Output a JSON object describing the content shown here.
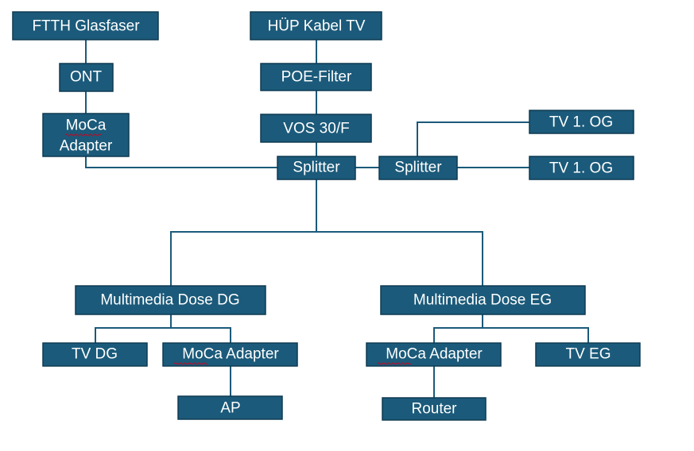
{
  "diagram": {
    "nodes": {
      "ftth": "FTTH Glasfaser",
      "huep": "HÜP Kabel TV",
      "ont": "ONT",
      "poe": "POE-Filter",
      "moca_top_line1": "MoCa",
      "moca_top_line2": "Adapter",
      "vos": "VOS 30/F",
      "splitter_main": "Splitter",
      "splitter_secondary": "Splitter",
      "tv_og_1": "TV 1. OG",
      "tv_og_2": "TV 1. OG",
      "mm_dg": "Multimedia Dose DG",
      "mm_eg": "Multimedia Dose EG",
      "tv_dg": "TV DG",
      "moca_dg": "MoCa Adapter",
      "moca_eg": "MoCa Adapter",
      "tv_eg": "TV EG",
      "ap": "AP",
      "router": "Router"
    }
  }
}
